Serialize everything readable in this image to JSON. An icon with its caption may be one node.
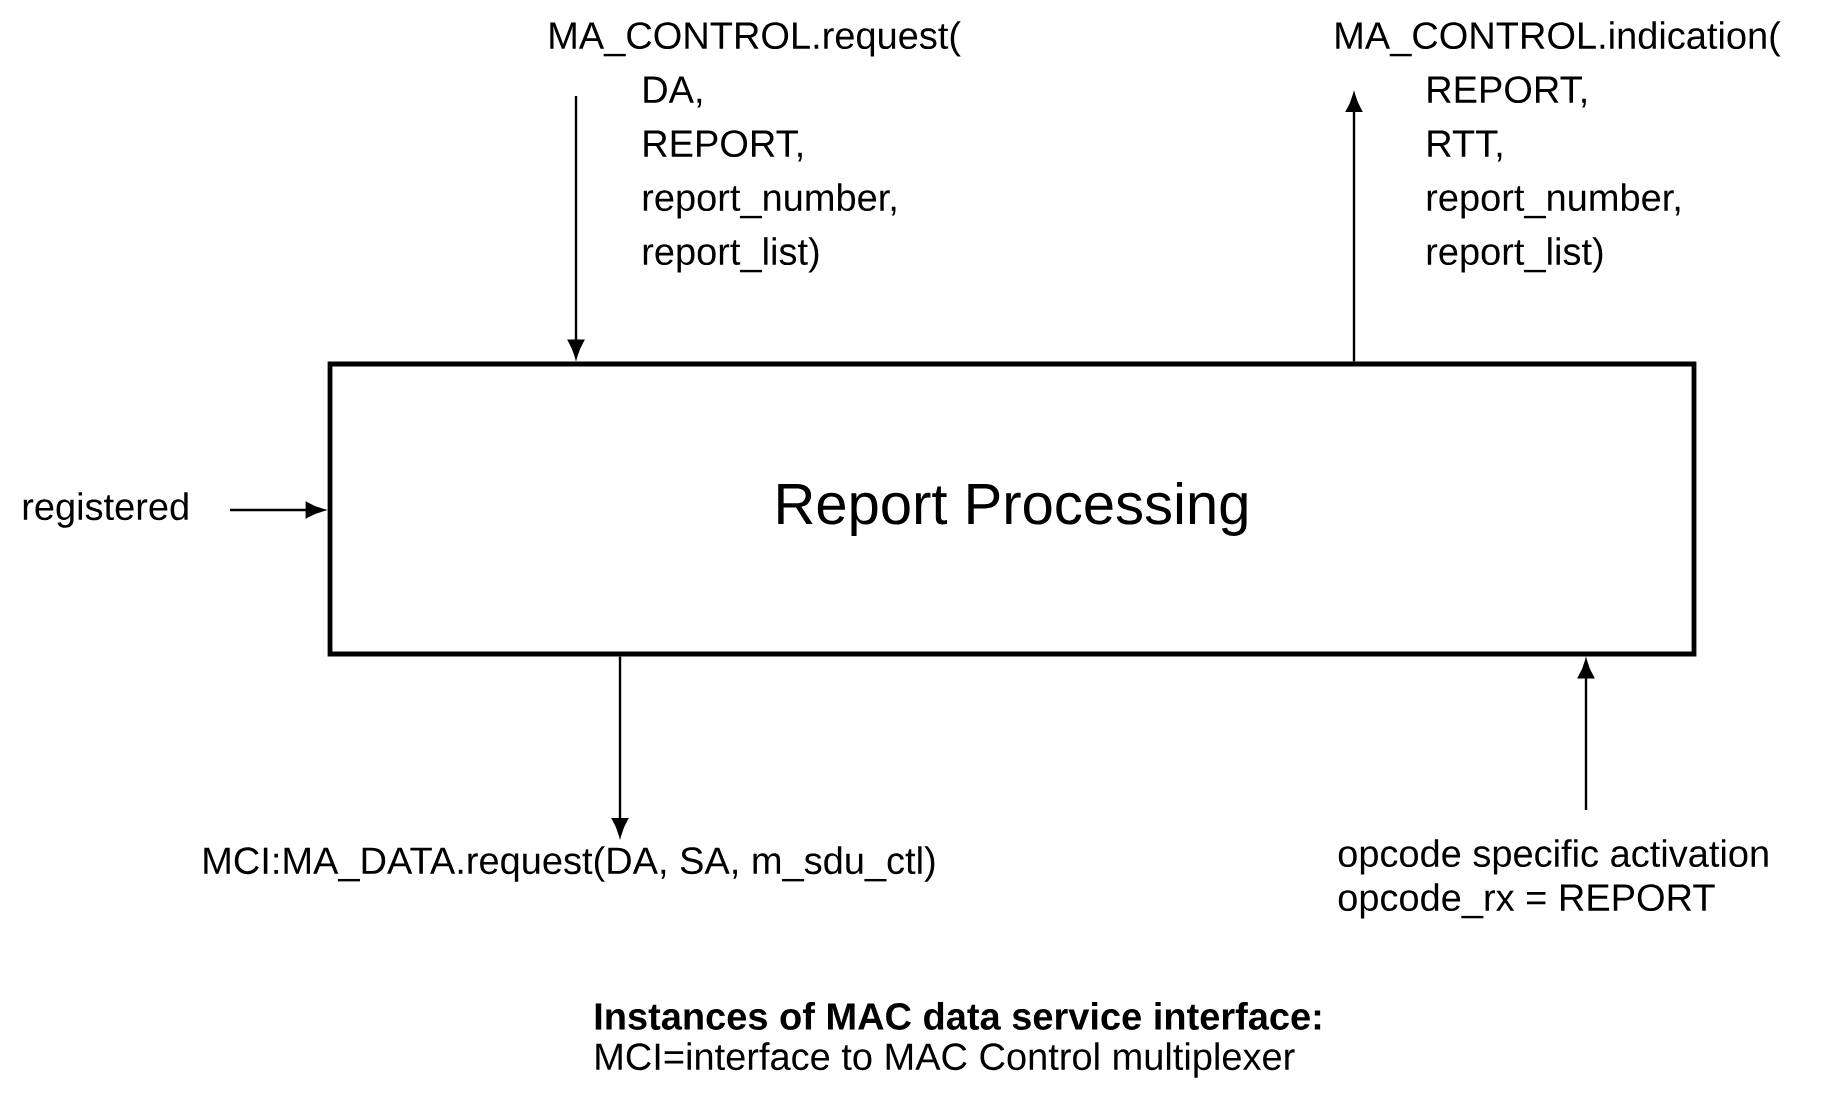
{
  "diagram": {
    "nodes": [
      {
        "text": [
          "Report Processing"
        ]
      },
      {
        "text": [
          "MA_CONTROL.request(",
          "DA,",
          "REPORT,",
          "report_number,",
          "report_list)"
        ]
      },
      {
        "text": [
          "MA_CONTROL.indication(",
          "REPORT,",
          "RTT,",
          "report_number,",
          "report_list)"
        ]
      },
      {
        "text": [
          "registered"
        ]
      },
      {
        "text": [
          "MCI:MA_DATA.request(DA, SA, m_sdu_ctl)"
        ]
      },
      {
        "text": [
          "opcode specific activation",
          "opcode_rx = REPORT"
        ]
      }
    ],
    "edges": [
      {
        "from": 1,
        "to": 0,
        "arrow": "to"
      },
      {
        "from": 0,
        "to": 2,
        "arrow": "to"
      },
      {
        "from": 3,
        "to": 0,
        "arrow": "to"
      },
      {
        "from": 0,
        "to": 4,
        "arrow": "to"
      },
      {
        "from": 5,
        "to": 0,
        "arrow": "to"
      }
    ],
    "labels": [
      "Instances of MAC data service interface:",
      "MCI=interface to MAC Control multiplexer"
    ]
  }
}
